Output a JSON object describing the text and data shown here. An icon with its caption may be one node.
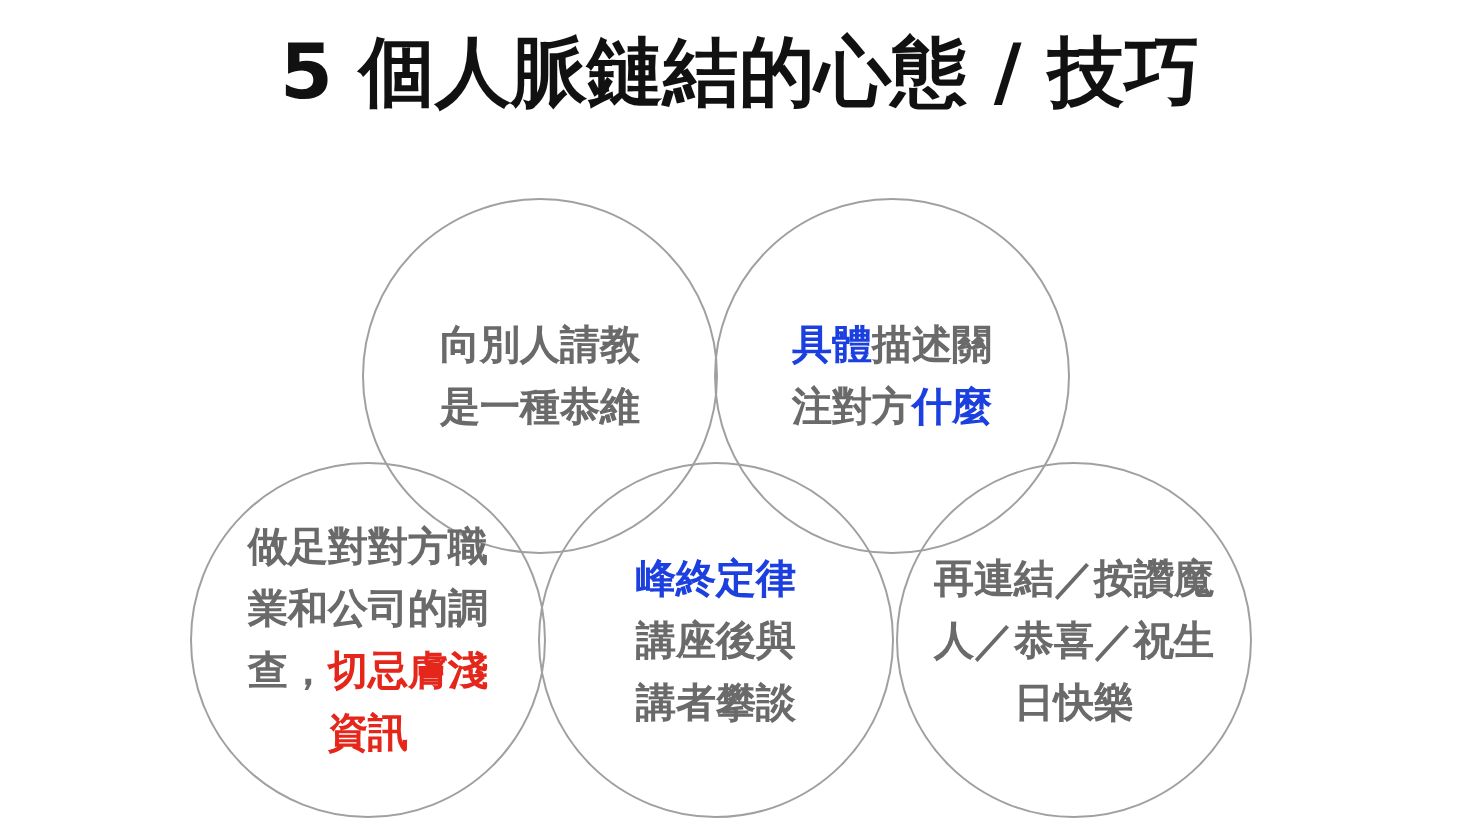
{
  "diagram": {
    "title": "5 個人脈鏈結的心態 / 技巧",
    "nodes": [
      {
        "text": [
          "向別人請教是一種恭維"
        ]
      },
      {
        "text": [
          "**具體**描述關注對方**什麼**"
        ]
      },
      {
        "text": [
          "做足對對方職業和公司的調查，*切忌膚淺資訊*"
        ]
      },
      {
        "text": [
          "**峰終定律**",
          "講座後與講者攀談"
        ]
      },
      {
        "text": [
          "再連結／按讚魔人／恭喜／祝生日快樂"
        ]
      }
    ]
  }
}
